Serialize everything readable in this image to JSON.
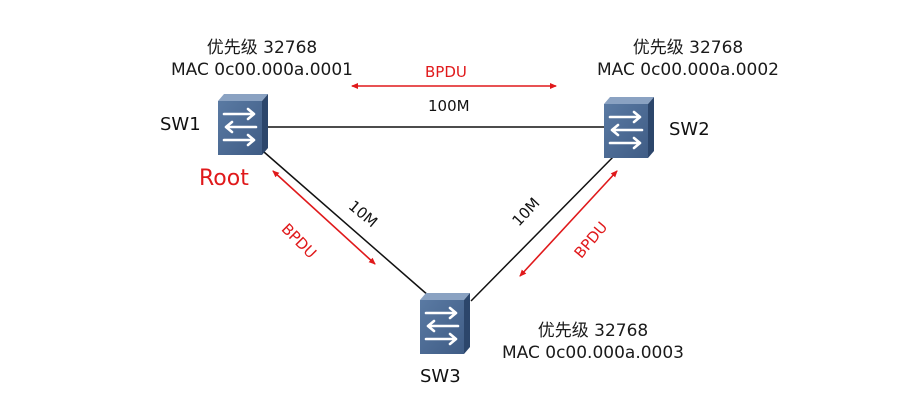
{
  "switches": [
    {
      "id": "sw1",
      "name": "SW1",
      "priority_label": "优先级 32768",
      "mac_label": "MAC 0c00.000a.0001"
    },
    {
      "id": "sw2",
      "name": "SW2",
      "priority_label": "优先级 32768",
      "mac_label": "MAC 0c00.000a.0002"
    },
    {
      "id": "sw3",
      "name": "SW3",
      "priority_label": "优先级 32768",
      "mac_label": "MAC 0c00.000a.0003"
    }
  ],
  "root_label": "Root",
  "links": [
    {
      "from": "SW1",
      "to": "SW2",
      "speed": "100M",
      "bpdu": "BPDU"
    },
    {
      "from": "SW1",
      "to": "SW3",
      "speed": "10M",
      "bpdu": "BPDU"
    },
    {
      "from": "SW2",
      "to": "SW3",
      "speed": "10M",
      "bpdu": "BPDU"
    }
  ],
  "colors": {
    "bpdu": "#e0191b",
    "link": "#111111",
    "switch_face": "#4a6890",
    "switch_top": "#7a93b5",
    "switch_side": "#2f4a70"
  }
}
